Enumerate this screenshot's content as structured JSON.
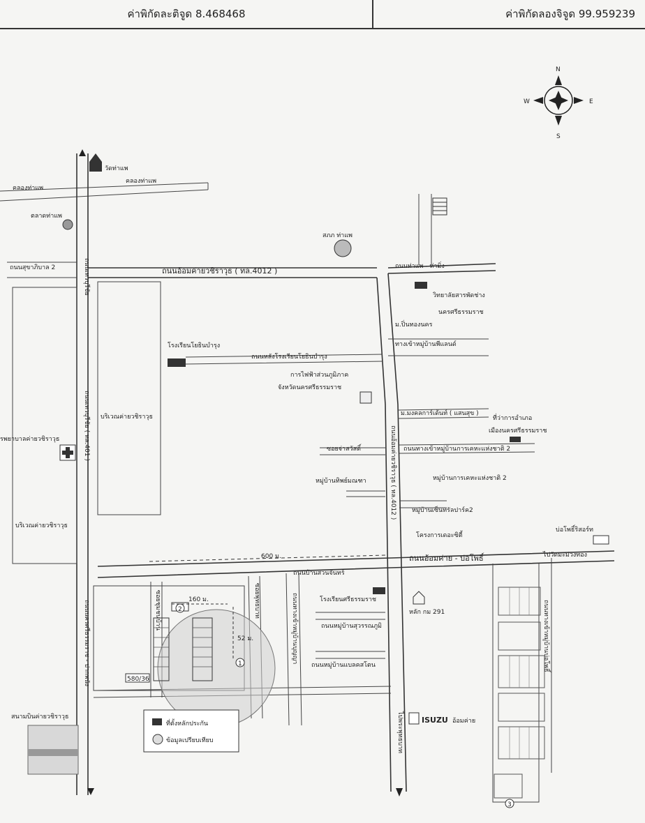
{
  "header": {
    "latitude": "ค่าพิกัดละติจูด 8.468468",
    "longitude": "ค่าพิกัดลองจิจูด 99.959239"
  },
  "compass": {
    "n": "N",
    "s": "S",
    "e": "E",
    "w": "W"
  },
  "labels": {
    "wat_tha_phae": "วัดท่าแพ",
    "khlong_tha_phae_1": "คลองท่าแพ",
    "khlong_tha_phae_2": "คลองท่าแพ",
    "talat_tha_phae": "ตลาดท่าแพ",
    "sapha_tha_phae": "สภภ ท่าแพ",
    "thanon_sukhaphiban2": "ถนนสุขาภิบาล 2",
    "thanon_om_khai": "ถนนอ้อมค่ายวชิราวุธ ( ทล.4012 )",
    "thanon_tha_phae": "ถนนท่าแพ - ท่ามิ่ง",
    "college_1": "วิทยาลัยสารพัดช่าง",
    "college_2": "นครศรีธรรมราช",
    "mu_ban_pin": "ม.ปิ่นทองนคร",
    "tang_khao_mu_ban": "ทางเข้าหมู่บ้านพีแลนด์",
    "school_yothin": "โรงเรียนโยธินบำรุง",
    "road_behind_school": "ถนนหลังโรงเรียนโยธินบำรุง",
    "pea_1": "การไฟฟ้าส่วนภูมิภาค",
    "pea_2": "จังหวัดนครศรีธรรมราช",
    "camp_area_1": "บริเวณค่ายวชิราวุธ",
    "camp_area_2": "บริเวณค่ายวชิราวุธ",
    "hospital": "รพยาบาลค่ายวชิราวุธ",
    "soi_mahachai": "ม.มงคลการ์เด้นท์ ( แสนสุข )",
    "district_office_1": "ที่ว่าการอำเภอ",
    "district_office_2": "เมืองนครศรีธรรมราช",
    "soi_chalerm": "ซอยจ่าสวัสดิ์",
    "road_national_housing": "ถนนทางเข้าหมู่บ้านการเคหะแห่งชาติ 2",
    "mu_ban_thip": "หมู่บ้านทิพย์มณฑา",
    "mu_ban_kheha": "หมู่บ้านการเคหะแห่งชาติ 2",
    "mu_ban_central": "หมู่บ้านเซ็นทรัลปาร์ค2",
    "project_city": "โครงการเดอะซิตี้",
    "bo_phet": "บ่อโพธิ์ริสอร์ท",
    "distance_600": "600 ม.",
    "thanon_om_khai_bo": "ถนนอ้อมค่าย - บ่อโพธิ์",
    "wat_road": "ไปวัดมะม่วงทอง",
    "thanon_suan_chan": "ถนนบ้านสวนจันทร์",
    "school_sri": "โรงเรียนศรีธรรมราช",
    "lak_km": "หลัก กม 291",
    "road_suwan": "ถนนหมู่บ้านสุวรรณภูมิ",
    "road_balance": "ถนนหมู่บ้านแบลคสโตน",
    "distance_160": "160 ม.",
    "distance_52": "52 ม.",
    "lot_no": "580/36",
    "isuzu": "ISUZU",
    "isuzu_sub": "อ้อมค่าย",
    "airfield": "สนามบินค่ายวชิราวุธ",
    "legend_collateral": "ที่ตั้งหลักประกัน",
    "legend_compare": "ข้อมูลเปรียบเทียบ",
    "vertical_road_main": "ถนนเทวบุรีชัย ( ทล.401 )",
    "vertical_road_east": "ถนนอ้อมค่ายวชิราวุธ ( ทล.4012 )",
    "vertical_road_west": "ถนนนครศรีธรรมราช - ปากพนัง",
    "vertical_road_south": "ไปพระพุทธบาท",
    "vertical_soi_1": "ซอยชุมชนบ้าน",
    "vertical_soi_2": "ซอยพุทธบาท",
    "vertical_soi_3": "ถนนทางเข้าหมู่บ้านบุญญา",
    "vertical_left_road": "ถนนเทวบุรีชัย",
    "vertical_right_road": "ถนนทางเข้าหมู่บ้านบ่อโพธิ์",
    "marker_1": "1",
    "marker_2": "2",
    "marker_3": "3"
  },
  "colors": {
    "ink": "#2b2b2b",
    "paper": "#f5f5f3",
    "circle": "#c9c9c9"
  }
}
